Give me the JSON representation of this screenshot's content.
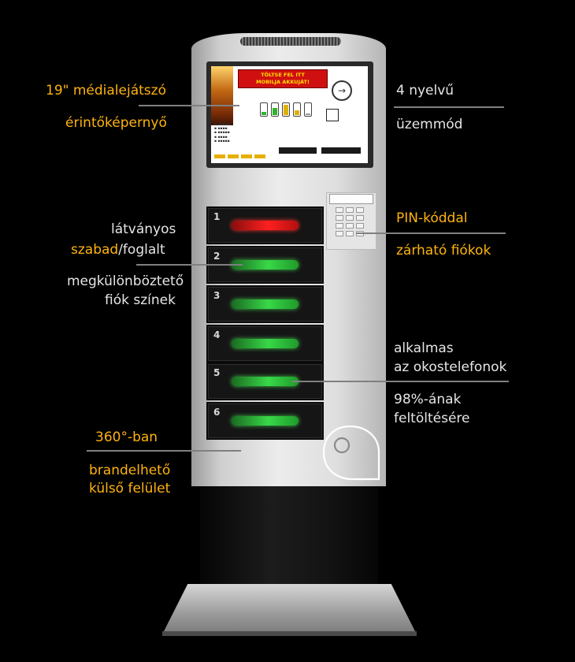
{
  "screen": {
    "banner_line1": "TÖLTSE FEL ITT",
    "banner_line2": "MOBILJA AKKUJÁT!",
    "usb_glyph": "⏚"
  },
  "lockers": [
    {
      "number": "1",
      "status": "red"
    },
    {
      "number": "2",
      "status": "green"
    },
    {
      "number": "3",
      "status": "green"
    },
    {
      "number": "4",
      "status": "green"
    },
    {
      "number": "5",
      "status": "green"
    },
    {
      "number": "6",
      "status": "green"
    }
  ],
  "callouts": {
    "media_player": "19\" médialejátszó",
    "touchscreen": "érintőképernyő",
    "four_lang": "4 nyelvű",
    "mode": "üzemmód",
    "pin_code": "PIN-kóddal",
    "lockable": "zárható fiókok",
    "spectacular": "látványos",
    "free_word": "szabad",
    "occupied_word": "/foglalt",
    "distinguish": "megkülönböztető",
    "drawer_colors": "fiók színek",
    "suitable": "alkalmas",
    "smartphones": "az okostelefonok",
    "percent": "98%-ának",
    "charging": "feltöltésére",
    "brandable_360": "360°-ban",
    "brandable": "brandelhető",
    "outer_surface": "külső felület"
  },
  "colors": {
    "accent_orange": "#ffb30f",
    "light_green": "#38d848",
    "light_red": "#ff2020"
  }
}
